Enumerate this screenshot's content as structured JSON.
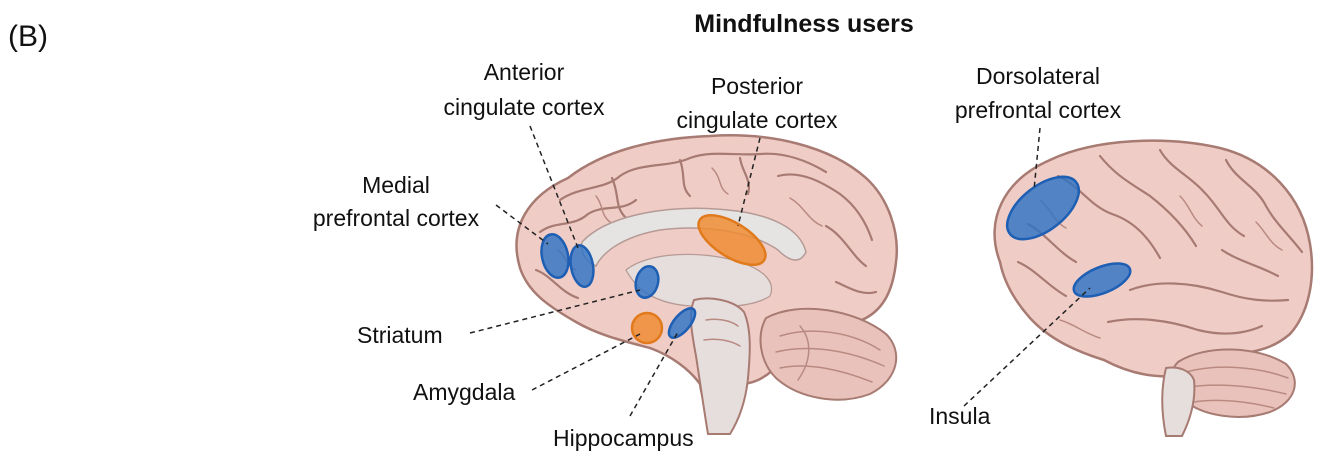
{
  "figure": {
    "panel_label": "(B)",
    "title": "Mindfulness users"
  },
  "regions": [
    {
      "key": "mpfc",
      "label_lines": [
        "Medial",
        "prefrontal cortex"
      ],
      "color": "#2e73c4",
      "group": "decrease",
      "view": "medial"
    },
    {
      "key": "acc",
      "label_lines": [
        "Anterior",
        "cingulate cortex"
      ],
      "color": "#2e73c4",
      "group": "decrease",
      "view": "medial"
    },
    {
      "key": "pcc",
      "label_lines": [
        "Posterior",
        "cingulate cortex"
      ],
      "color": "#ef8a2e",
      "group": "increase",
      "view": "medial"
    },
    {
      "key": "striatum",
      "label_lines": [
        "Striatum"
      ],
      "color": "#2e73c4",
      "group": "decrease",
      "view": "medial"
    },
    {
      "key": "amygdala",
      "label_lines": [
        "Amygdala"
      ],
      "color": "#ef8a2e",
      "group": "increase",
      "view": "medial"
    },
    {
      "key": "hippocampus",
      "label_lines": [
        "Hippocampus"
      ],
      "color": "#2e73c4",
      "group": "decrease",
      "view": "medial"
    },
    {
      "key": "dlpfc",
      "label_lines": [
        "Dorsolateral",
        "prefrontal cortex"
      ],
      "color": "#2e73c4",
      "group": "decrease",
      "view": "lateral"
    },
    {
      "key": "insula",
      "label_lines": [
        "Insula"
      ],
      "color": "#2e73c4",
      "group": "decrease",
      "view": "lateral"
    }
  ],
  "palette": {
    "brain_fill": "#efcdc6",
    "brain_outline": "#a77a72",
    "inner_fill": "#e6e3e3",
    "cerebellum_fill": "#e9c3bb"
  }
}
